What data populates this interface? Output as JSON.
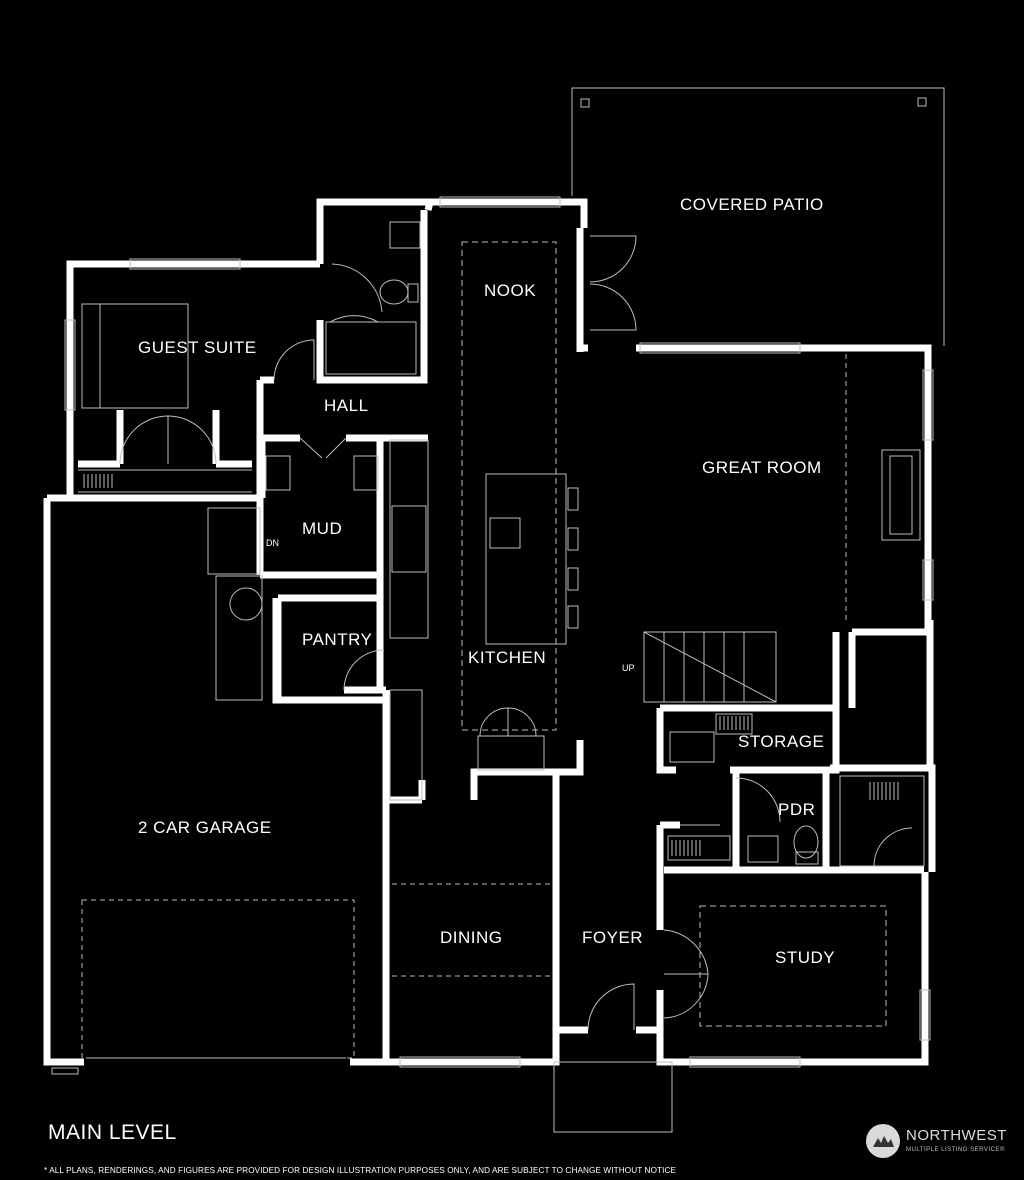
{
  "rooms": {
    "covered_patio": "COVERED PATIO",
    "nook": "NOOK",
    "guest_suite": "GUEST SUITE",
    "hall": "HALL",
    "great_room": "GREAT ROOM",
    "mud": "MUD",
    "pantry": "PANTRY",
    "kitchen": "KITCHEN",
    "storage": "STORAGE",
    "pdr": "PDR",
    "garage": "2 CAR GARAGE",
    "dining": "DINING",
    "foyer": "FOYER",
    "study": "STUDY"
  },
  "markers": {
    "dn": "DN",
    "up": "UP"
  },
  "level_title": "MAIN LEVEL",
  "disclaimer": "* ALL PLANS, RENDERINGS, AND FIGURES ARE PROVIDED FOR DESIGN ILLUSTRATION PURPOSES ONLY, AND ARE SUBJECT TO CHANGE WITHOUT NOTICE",
  "brand": {
    "name": "NORTHWEST",
    "subtitle": "MULTIPLE LISTING SERVICE®"
  },
  "colors": {
    "background": "#000000",
    "walls": "#ffffff",
    "thin_lines": "#bdbdbd"
  }
}
